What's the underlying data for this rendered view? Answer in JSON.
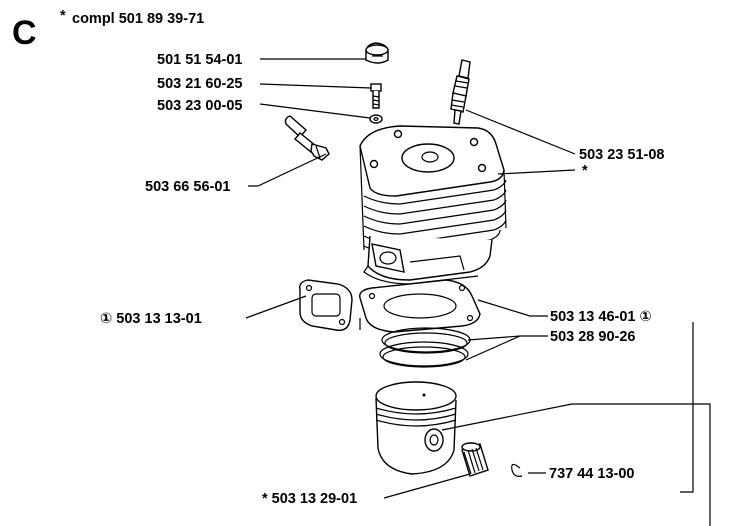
{
  "diagram": {
    "section_letter": "C",
    "assembly": {
      "asterisk": "*",
      "text": "compl 501 89 39-71"
    },
    "parts": {
      "p_501515401": "501 51 54-01",
      "p_503216025": "503 21 60-25",
      "p_503230005": "503 23 00-05",
      "p_503665601": "503 66 56-01",
      "p_503235108": "503 23 51-08",
      "cyl_asterisk": "*",
      "p_503131301": "① 503 13 13-01",
      "p_503134601": "503 13 46-01 ①",
      "p_503289026": "503 28 90-26",
      "p_737441300": "737 44 13-00",
      "p_503132901": "* 503 13 29-01"
    }
  }
}
